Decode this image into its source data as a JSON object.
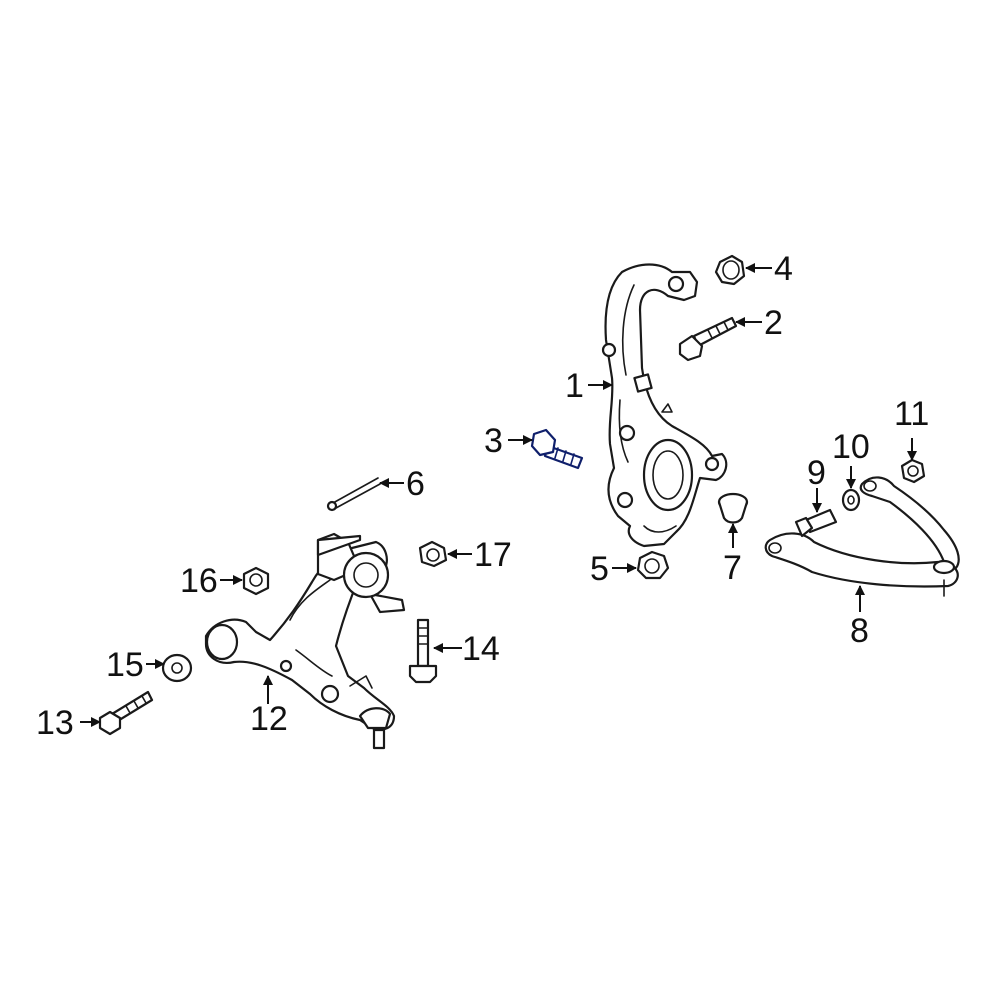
{
  "highlight_color": "#2f55c8",
  "highlight_stroke": "#0f1f6b",
  "line_color": "#1a1a1a",
  "callouts": {
    "c1": "1",
    "c2": "2",
    "c3": "3",
    "c4": "4",
    "c5": "5",
    "c6": "6",
    "c7": "7",
    "c8": "8",
    "c9": "9",
    "c10": "10",
    "c11": "11",
    "c12": "12",
    "c13": "13",
    "c14": "14",
    "c15": "15",
    "c16": "16",
    "c17": "17"
  }
}
